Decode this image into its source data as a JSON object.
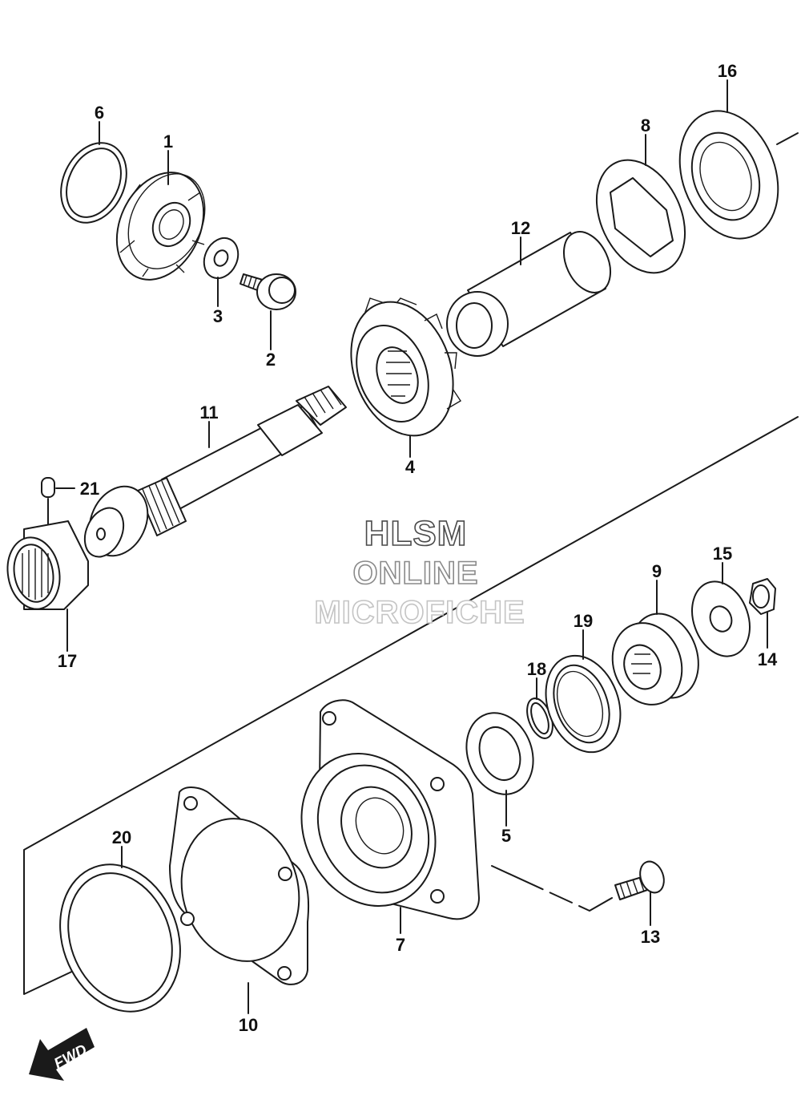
{
  "callouts": {
    "c1": "1",
    "c2": "2",
    "c3": "3",
    "c4": "4",
    "c5": "5",
    "c6": "6",
    "c7": "7",
    "c8": "8",
    "c9": "9",
    "c10": "10",
    "c11": "11",
    "c12": "12",
    "c13": "13",
    "c14": "14",
    "c15": "15",
    "c16": "16",
    "c17": "17",
    "c18": "18",
    "c19": "19",
    "c20": "20",
    "c21": "21"
  },
  "watermark": {
    "line1": "HLSM",
    "line2": "ONLINE",
    "line3": "MICROFICHE"
  },
  "direction_badge": {
    "label": "FWD"
  },
  "colors": {
    "line": "#1a1a1a",
    "watermark_dark": "#4a4a4a",
    "watermark_mid": "#8a8a8a",
    "watermark_light": "#c4c4c4"
  }
}
